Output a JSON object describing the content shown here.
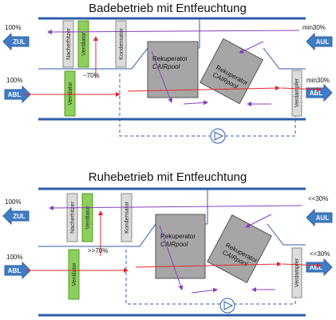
{
  "diagrams": [
    {
      "title": "Badebetrieb mit Entfeuchtung",
      "left_top_percent": "100%",
      "left_top_label": "ZUL",
      "left_bottom_percent": "100%",
      "left_bottom_label": "ABL",
      "right_top_percent": "min30%",
      "right_top_label": "AUL",
      "right_bottom_percent": "min30%",
      "right_bottom_label": "ABL",
      "nacherhitzer": "Nacherhitzer",
      "ventilator_top": "Ventilator",
      "kondensator": "Kondensator",
      "ventilator_bottom": "Ventilator",
      "bypass_percent": "~70%",
      "rekuperator_1_line1": "Rekuperator",
      "rekuperator_1_line2": "CAIRpool",
      "rekuperator_2_line1": "Rekuperator",
      "rekuperator_2_line2": "CAIRpool",
      "verdampfer": "Verdampfer"
    },
    {
      "title": "Ruhebetrieb mit Entfeuchtung",
      "left_top_percent": "100%",
      "left_top_label": "ZUL",
      "left_bottom_percent": "100%",
      "left_bottom_label": "ABL",
      "right_top_percent": "<<30%",
      "right_top_label": "AUL",
      "right_bottom_percent": "<<30%",
      "right_bottom_label": "ABL",
      "nacherhitzer": "Nacherhitzer",
      "ventilator_top": "Ventilator",
      "kondensator": "Kondensator",
      "ventilator_bottom": "Ventilator",
      "bypass_percent": ">>70%",
      "rekuperator_1_line1": "Rekuperator",
      "rekuperator_1_line2": "CAIRpool",
      "rekuperator_2_line1": "Rekuperator",
      "rekuperator_2_line2": "CAIRpool",
      "verdampfer": "Verdampfer"
    }
  ],
  "colors": {
    "duct_blue": "#2e5ea8",
    "arrow_blue": "#3f7dc4",
    "fan_green": "#8ccf5a",
    "box_gray": "#dcdcdc",
    "rekuperator_gray": "#a6a6a6",
    "flow_red": "#e8262a",
    "flow_purple": "#8a3fc0"
  }
}
